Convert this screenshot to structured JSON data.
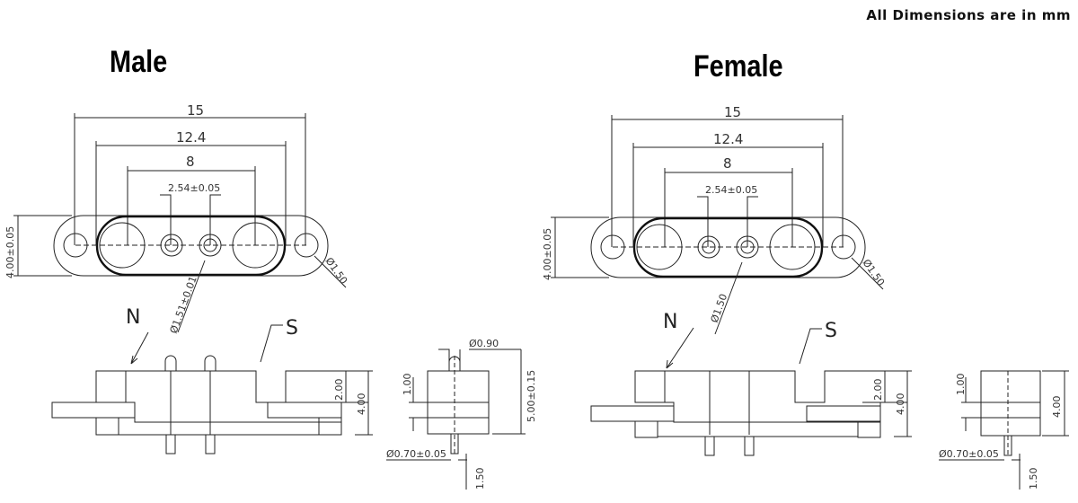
{
  "note": "All Dimensions are in mm",
  "male": {
    "title": "Male",
    "dim_15": "15",
    "dim_12_4": "12.4",
    "dim_8": "8",
    "dim_pitch": "2.54±0.05",
    "dim_height": "4.00±0.05",
    "dim_hole": "Ø1.50",
    "dim_pin": "Ø1.51±0.01",
    "label_n": "N",
    "label_s": "S",
    "side_dim_2": "2.00",
    "side_dim_4": "4.00",
    "end_dim_top_pin": "Ø0.90",
    "end_dim_1": "1.00",
    "end_dim_total": "5.00±0.15",
    "end_dim_pin": "Ø0.70±0.05",
    "end_dim_tail": "1.50"
  },
  "female": {
    "title": "Female",
    "dim_15": "15",
    "dim_12_4": "12.4",
    "dim_8": "8",
    "dim_pitch": "2.54±0.05",
    "dim_height": "4.00±0.05",
    "dim_hole": "Ø1.50",
    "dim_pin": "Ø1.50",
    "label_n": "N",
    "label_s": "S",
    "side_dim_2": "2.00",
    "side_dim_4": "4.00",
    "end_dim_1": "1.00",
    "end_dim_4": "4.00",
    "end_dim_pin": "Ø0.70±0.05",
    "end_dim_tail": "1.50"
  }
}
